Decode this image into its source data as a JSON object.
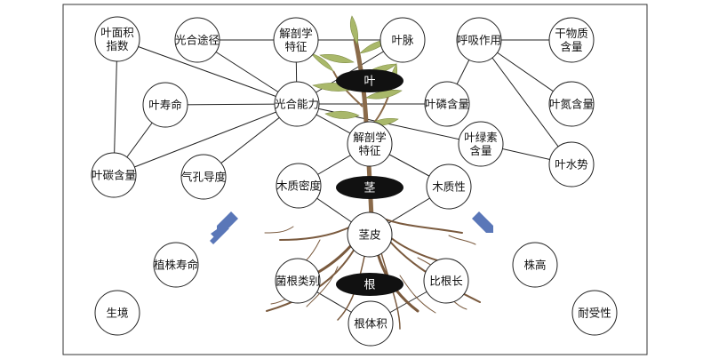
{
  "diagram": {
    "organs": {
      "leaf": "叶",
      "stem": "茎",
      "root": "根"
    },
    "nodes": {
      "leaf_area_index": [
        "叶面积",
        "指数"
      ],
      "photosynthetic_pathway": [
        "光合途径"
      ],
      "leaf_anatomy": [
        "解剖学",
        "特征"
      ],
      "leaf_vein": [
        "叶脉"
      ],
      "respiration": [
        "呼吸作用"
      ],
      "dry_matter": [
        "干物质",
        "含量"
      ],
      "leaf_lifespan": [
        "叶寿命"
      ],
      "photosynthetic_capacity": [
        "光合能力"
      ],
      "leaf_phosphorus": [
        "叶磷含量"
      ],
      "leaf_nitrogen": [
        "叶氮含量"
      ],
      "leaf_chlorophyll": [
        "叶绿素",
        "含量"
      ],
      "stem_anatomy": [
        "解剖学",
        "特征"
      ],
      "leaf_carbon": [
        "叶碳含量"
      ],
      "stomatal_conductance": [
        "气孔导度"
      ],
      "leaf_water_potential": [
        "叶水势"
      ],
      "wood_density": [
        "木质密度"
      ],
      "woodiness": [
        "木质性"
      ],
      "stem_bark": [
        "茎皮"
      ],
      "plant_lifespan": [
        "植株寿命"
      ],
      "plant_height": [
        "株高"
      ],
      "mycorrhiza_type": [
        "菌根类别"
      ],
      "specific_root_length": [
        "比根长"
      ],
      "habitat": [
        "生境"
      ],
      "tolerance": [
        "耐受性"
      ],
      "root_volume": [
        "根体积"
      ]
    },
    "edges": [
      [
        "leaf_area_index",
        "photosynthetic_capacity"
      ],
      [
        "leaf_area_index",
        "leaf_carbon"
      ],
      [
        "photosynthetic_pathway",
        "leaf_anatomy"
      ],
      [
        "photosynthetic_pathway",
        "photosynthetic_capacity"
      ],
      [
        "leaf_anatomy",
        "leaf_vein"
      ],
      [
        "leaf_anatomy",
        "photosynthetic_capacity"
      ],
      [
        "leaf_vein",
        "photosynthetic_capacity"
      ],
      [
        "leaf_lifespan",
        "photosynthetic_capacity"
      ],
      [
        "leaf_lifespan",
        "leaf_carbon"
      ],
      [
        "leaf_carbon",
        "photosynthetic_capacity"
      ],
      [
        "stomatal_conductance",
        "photosynthetic_capacity"
      ],
      [
        "photosynthetic_capacity",
        "leaf_phosphorus"
      ],
      [
        "photosynthetic_capacity",
        "leaf_chlorophyll"
      ],
      [
        "photosynthetic_capacity",
        "stem_anatomy"
      ],
      [
        "respiration",
        "dry_matter"
      ],
      [
        "respiration",
        "leaf_nitrogen"
      ],
      [
        "respiration",
        "leaf_water_potential"
      ],
      [
        "respiration",
        "leaf_phosphorus"
      ],
      [
        "leaf_chlorophyll",
        "leaf_water_potential"
      ],
      [
        "stem_anatomy",
        "wood_density"
      ],
      [
        "stem_anatomy",
        "woodiness"
      ],
      [
        "wood_density",
        "stem_bark"
      ],
      [
        "woodiness",
        "stem_bark"
      ],
      [
        "mycorrhiza_type",
        "root_volume"
      ],
      [
        "specific_root_length",
        "root_volume"
      ]
    ],
    "colors": {
      "organ_fill": "#111111",
      "arrow_fill": "#5a77b8",
      "stem_color": "#8a6a4a",
      "leaf_color": "#a9b86a"
    }
  }
}
